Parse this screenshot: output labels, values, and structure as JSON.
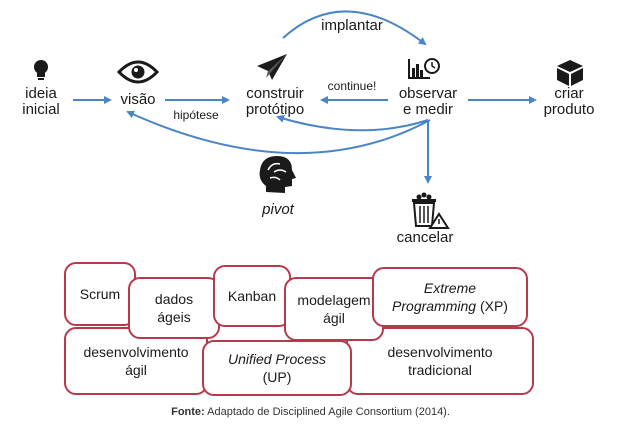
{
  "nodes": {
    "ideia": "ideia\ninicial",
    "visao": "visão",
    "construir": "construir\nprotótipo",
    "observar": "observar\ne medir",
    "criar": "criar\nproduto",
    "pivot": "pivot",
    "cancelar": "cancelar"
  },
  "edges": {
    "implantar": "implantar",
    "continue": "continue!",
    "hipotese": "hipótese"
  },
  "methods": {
    "scrum": "Scrum",
    "dados": "dados\nágeis",
    "kanban": "Kanban",
    "modelagem": "modelagem\nágil",
    "xp_italic": "Extreme\nProgramming",
    "xp_suffix": " (XP)",
    "desenv_agil": "desenvolvimento\nágil",
    "up_italic": "Unified Process",
    "up_suffix": "(UP)",
    "desenv_trad": "desenvolvimento\ntradicional"
  },
  "caption": {
    "label": "Fonte:",
    "text": " Adaptado de Disciplined Agile Consortium (2014)."
  },
  "colors": {
    "arrow": "#4a86c5",
    "box_border": "#b8394a",
    "icon": "#1a1a1a"
  },
  "icons": [
    "lightbulb-icon",
    "eye-icon",
    "paper-plane-icon",
    "chart-clock-icon",
    "box-icon",
    "brain-head-icon",
    "trash-warning-icon"
  ]
}
